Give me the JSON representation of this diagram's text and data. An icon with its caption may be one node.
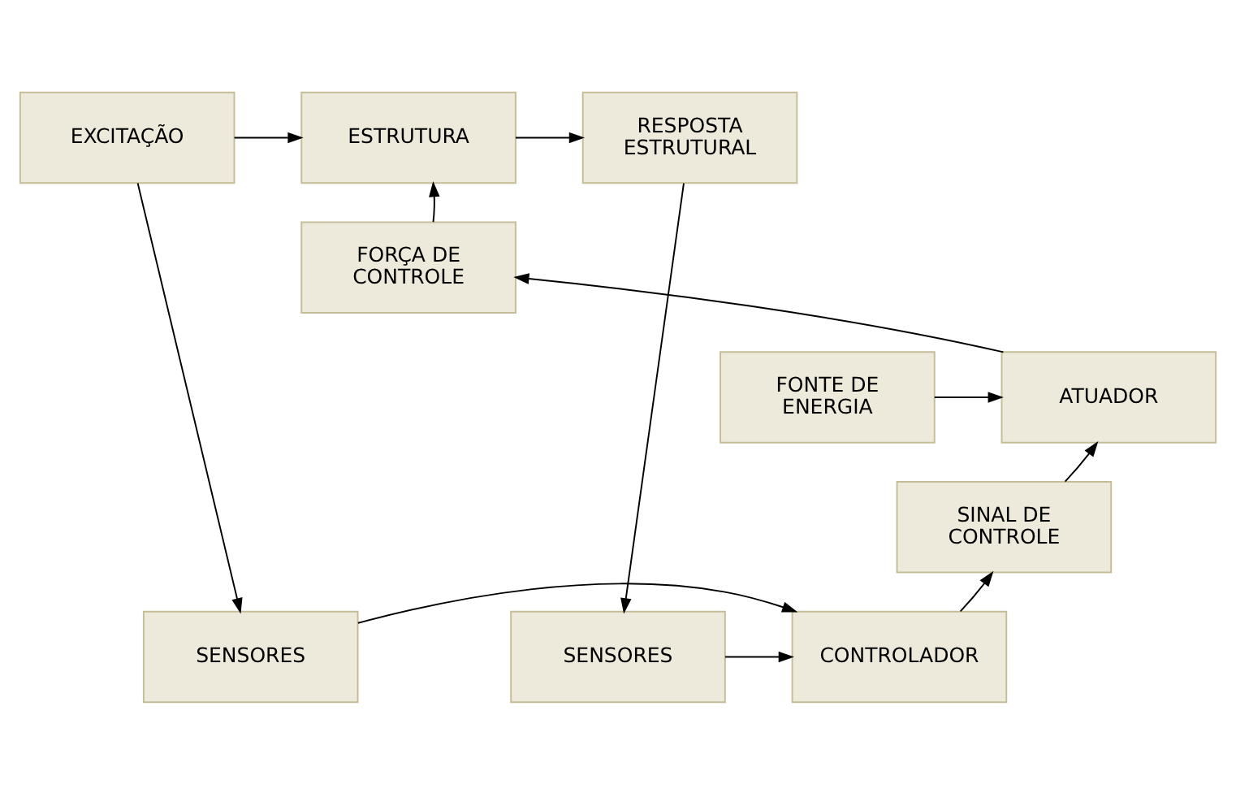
{
  "diagram": {
    "nodes": [
      {
        "text": [
          "EXCITAÇÃO"
        ]
      },
      {
        "text": [
          "ESTRUTURA"
        ]
      },
      {
        "text": [
          "RESPOSTA ESTRUTURAL"
        ]
      },
      {
        "text": [
          "FORÇA DE CONTROLE"
        ]
      },
      {
        "text": [
          "FONTE DE ENERGIA"
        ]
      },
      {
        "text": [
          "ATUADOR"
        ]
      },
      {
        "text": [
          "SINAL DE CONTROLE"
        ]
      },
      {
        "text": [
          "SENSORES"
        ]
      },
      {
        "text": [
          "CONTROLADOR"
        ]
      },
      {
        "text": [
          "SENSORES"
        ]
      }
    ],
    "edges": [
      {
        "from": 0,
        "to": 1,
        "arrow": "to"
      },
      {
        "from": 1,
        "to": 2,
        "arrow": "to"
      },
      {
        "from": 3,
        "to": 1,
        "arrow": "to"
      },
      {
        "from": 5,
        "to": 3,
        "arrow": "to"
      },
      {
        "from": 4,
        "to": 5,
        "arrow": "to"
      },
      {
        "from": 6,
        "to": 5,
        "arrow": "to"
      },
      {
        "from": 8,
        "to": 6,
        "arrow": "to"
      },
      {
        "from": 0,
        "to": 7,
        "arrow": "to"
      },
      {
        "from": 2,
        "to": 9,
        "arrow": "to"
      },
      {
        "from": 7,
        "to": 8,
        "arrow": "to"
      },
      {
        "from": 9,
        "to": 8,
        "arrow": "to"
      }
    ]
  }
}
